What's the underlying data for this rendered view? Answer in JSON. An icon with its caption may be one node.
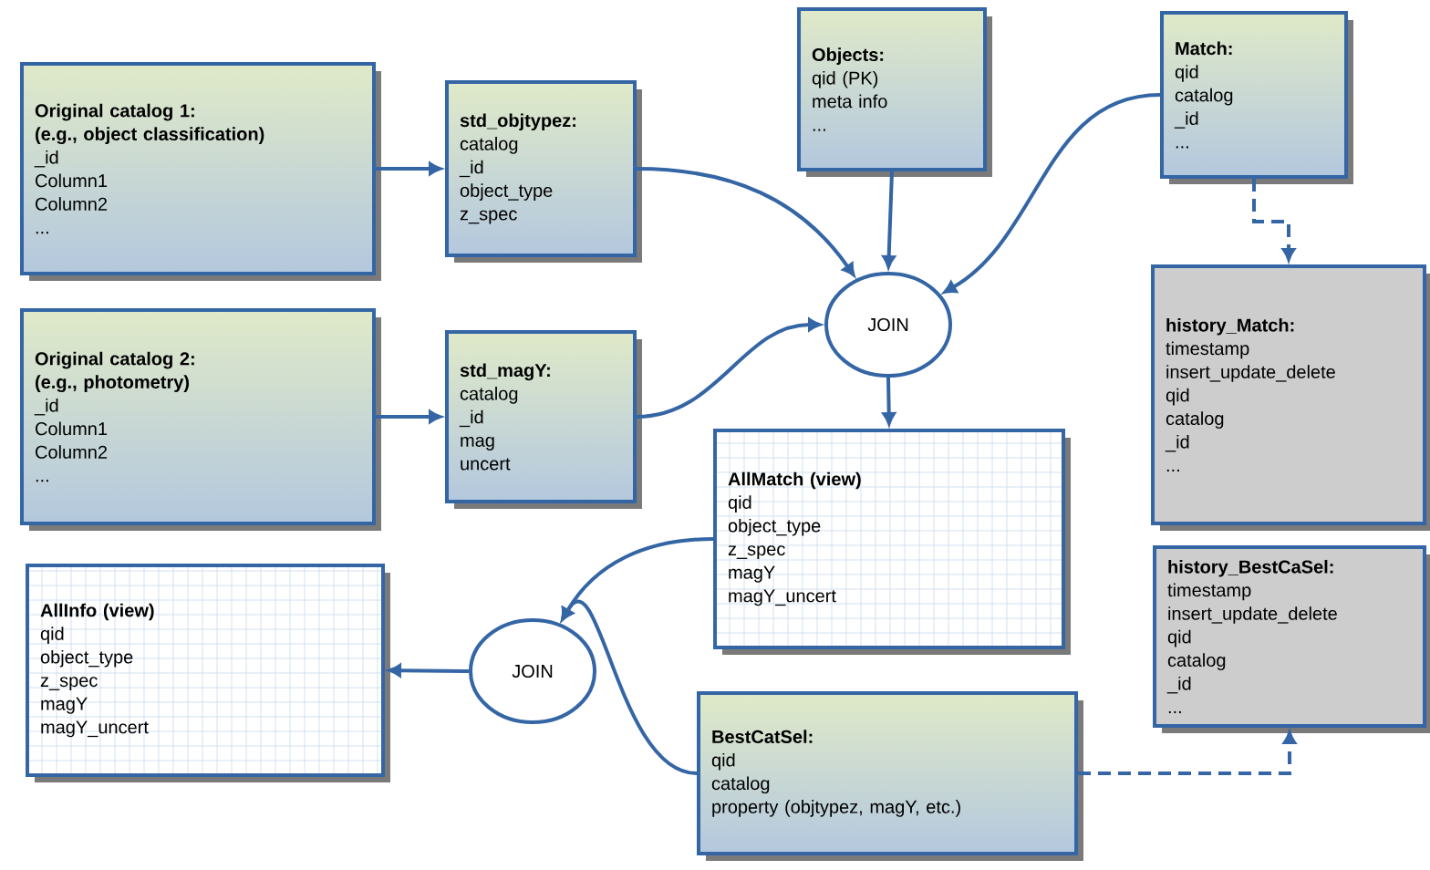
{
  "diagram": {
    "nodes": [
      {
        "text": [
          "Original catalog 1:",
          "(e.g., object classification)",
          "_id",
          "Column1",
          "Column2",
          "..."
        ]
      },
      {
        "text": [
          "std_objtypez:",
          "catalog",
          "_id",
          "object_type",
          "z_spec"
        ]
      },
      {
        "text": [
          "Objects:",
          "qid (PK)",
          "meta info",
          "..."
        ]
      },
      {
        "text": [
          "Match:",
          "qid",
          "catalog",
          "_id",
          "..."
        ]
      },
      {
        "text": [
          "JOIN"
        ]
      },
      {
        "text": [
          "Original catalog 2:",
          "(e.g., photometry)",
          "_id",
          "Column1",
          "Column2",
          "..."
        ]
      },
      {
        "text": [
          "std_magY:",
          "catalog",
          "_id",
          "mag",
          "uncert"
        ]
      },
      {
        "text": [
          "history_Match:",
          "timestamp",
          "insert_update_delete",
          "qid",
          "catalog",
          "_id",
          "..."
        ]
      },
      {
        "text": [
          "AllMatch (view)",
          "qid",
          "object_type",
          "z_spec",
          "magY",
          "magY_uncert"
        ]
      },
      {
        "text": [
          "history_BestCaSel:",
          "timestamp",
          "insert_update_delete",
          "qid",
          "catalog",
          "_id",
          "..."
        ]
      },
      {
        "text": [
          "AllInfo (view)",
          "qid",
          "object_type",
          "z_spec",
          "magY",
          "magY_uncert"
        ]
      },
      {
        "text": [
          "JOIN"
        ]
      },
      {
        "text": [
          "BestCatSel:",
          "qid",
          "catalog",
          "property (objtypez, magY, etc.)"
        ]
      }
    ],
    "edges": [
      {
        "from": 0,
        "to": 1,
        "arrow": "to"
      },
      {
        "from": 1,
        "to": 4,
        "arrow": "to"
      },
      {
        "from": 2,
        "to": 4,
        "arrow": "to"
      },
      {
        "from": 3,
        "to": 4,
        "arrow": "to"
      },
      {
        "from": 5,
        "to": 6,
        "arrow": "to"
      },
      {
        "from": 6,
        "to": 4,
        "arrow": "to"
      },
      {
        "from": 3,
        "to": 7,
        "arrow": "to",
        "style": "dashed"
      },
      {
        "from": 4,
        "to": 8,
        "arrow": "to"
      },
      {
        "from": 8,
        "to": 11,
        "arrow": "to"
      },
      {
        "from": 12,
        "to": 11,
        "arrow": "to"
      },
      {
        "from": 11,
        "to": 10,
        "arrow": "to"
      },
      {
        "from": 12,
        "to": 9,
        "arrow": "to",
        "style": "dashed"
      }
    ]
  }
}
